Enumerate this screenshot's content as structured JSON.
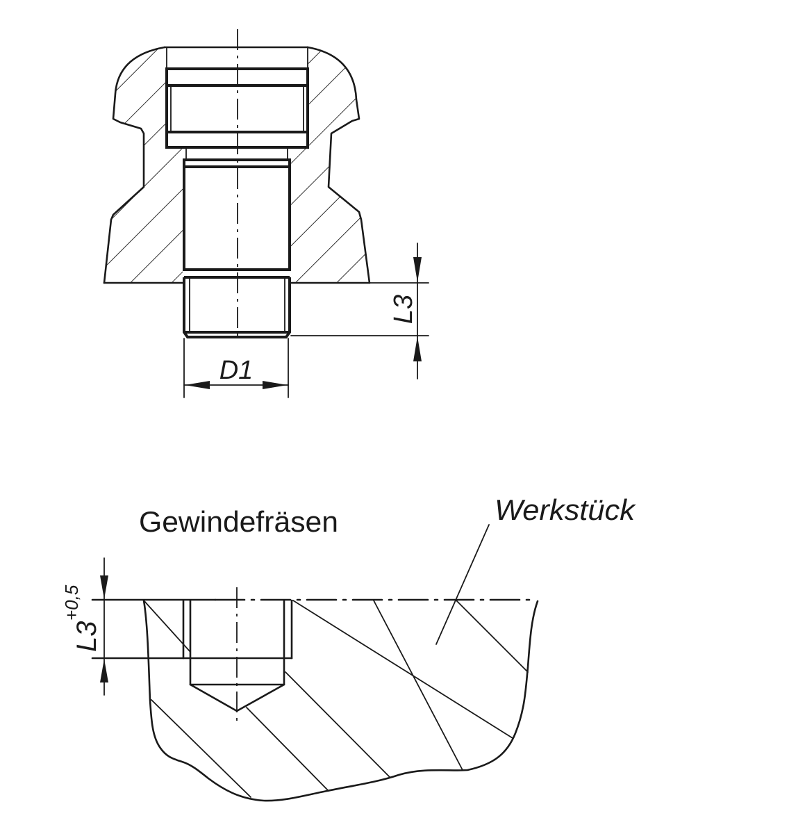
{
  "top_view": {
    "dimension_diameter": "D1",
    "dimension_length": "L3"
  },
  "bottom_view": {
    "title": "Gewindefräsen",
    "workpiece_label": "Werkstück",
    "dimension_depth": "L3",
    "dimension_tolerance": "+0,5"
  },
  "colors": {
    "line": "#1a1a1a",
    "background": "#ffffff"
  }
}
